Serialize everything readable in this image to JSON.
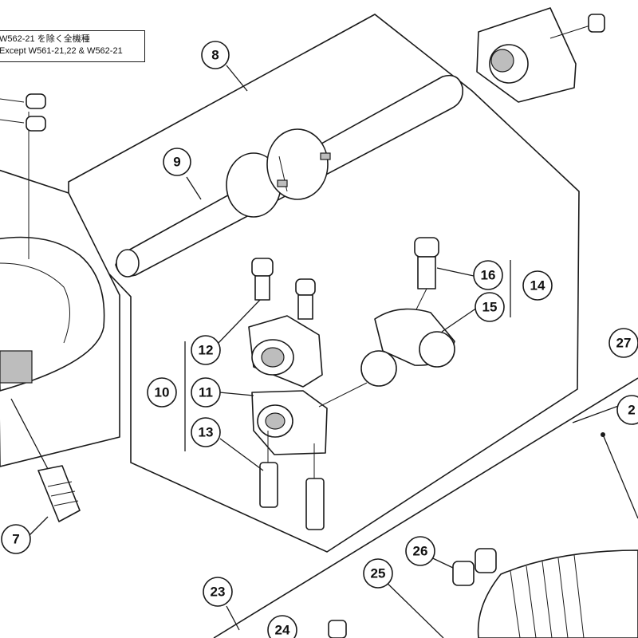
{
  "note": {
    "line1": "W562-21 を除く全機種",
    "line2": "Except W561-21,22 & W562-21"
  },
  "callouts": {
    "c7": "7",
    "c8": "8",
    "c9": "9",
    "c10": "10",
    "c11": "11",
    "c12": "12",
    "c13": "13",
    "c14": "14",
    "c15": "15",
    "c16": "16",
    "c23": "23",
    "c24": "24",
    "c25": "25",
    "c26": "26",
    "c27": "27",
    "c2x": "2"
  },
  "colors": {
    "line": "#1a1a1a",
    "paper": "#ffffff",
    "shade": "#bdbdbd"
  }
}
